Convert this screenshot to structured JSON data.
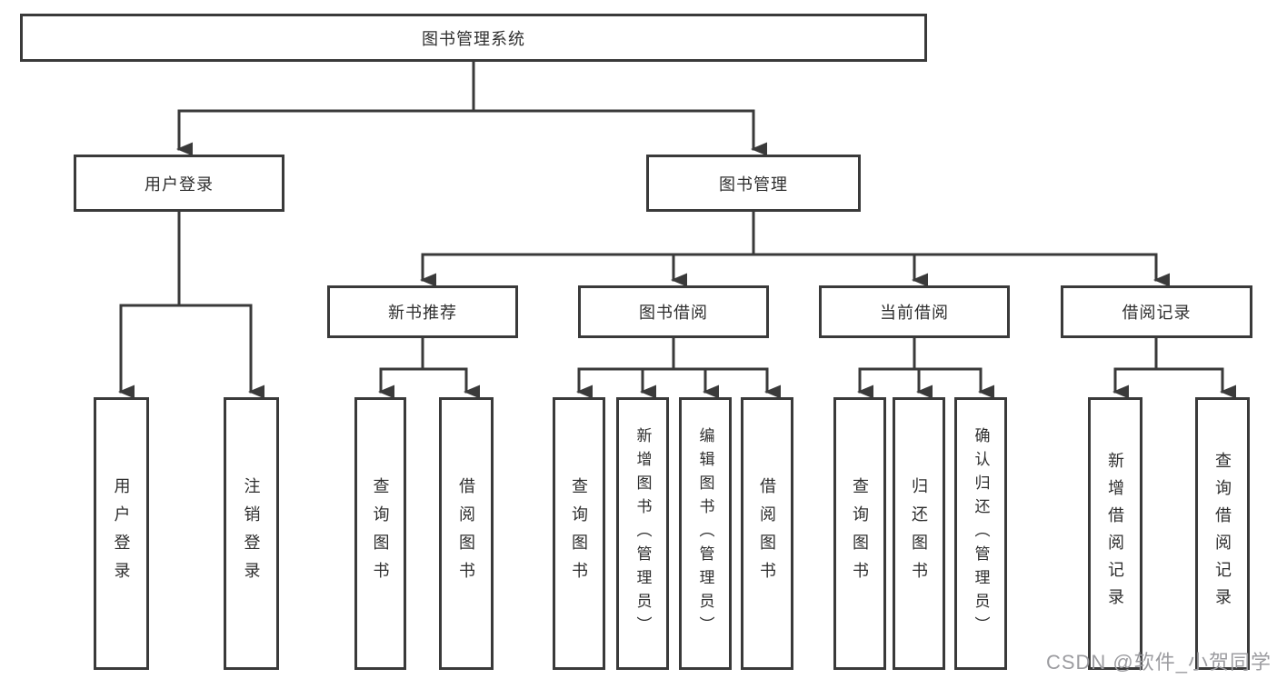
{
  "diagram": {
    "root": "图书管理系统",
    "l2": [
      "用户登录",
      "图书管理"
    ],
    "l3": [
      "新书推荐",
      "图书借阅",
      "当前借阅",
      "借阅记录"
    ],
    "leaves": [
      "用户登录",
      "注销登录",
      "查询图书",
      "借阅图书",
      "查询图书",
      "新增图书（管理员）",
      "编辑图书（管理员）",
      "借阅图书",
      "查询图书",
      "归还图书",
      "确认归还（管理员）",
      "新增借阅记录",
      "查询借阅记录"
    ],
    "edges": [
      {
        "from": "图书管理系统",
        "to": [
          "用户登录",
          "图书管理"
        ]
      },
      {
        "from": "用户登录",
        "to": [
          "用户登录",
          "注销登录"
        ]
      },
      {
        "from": "图书管理",
        "to": [
          "新书推荐",
          "图书借阅",
          "当前借阅",
          "借阅记录"
        ]
      },
      {
        "from": "新书推荐",
        "to": [
          "查询图书",
          "借阅图书"
        ]
      },
      {
        "from": "图书借阅",
        "to": [
          "查询图书",
          "新增图书（管理员）",
          "编辑图书（管理员）",
          "借阅图书"
        ]
      },
      {
        "from": "当前借阅",
        "to": [
          "查询图书",
          "归还图书",
          "确认归还（管理员）"
        ]
      },
      {
        "from": "借阅记录",
        "to": [
          "新增借阅记录",
          "查询借阅记录"
        ]
      }
    ],
    "watermark": "CSDN @软件_小贺同学",
    "colors": {
      "line": "#3a3a3a",
      "box_border": "#3a3a3a",
      "box_fill": "#ffffff",
      "text": "#2e2e2e",
      "watermark": "#9c9ca0",
      "background": "#ffffff"
    }
  }
}
